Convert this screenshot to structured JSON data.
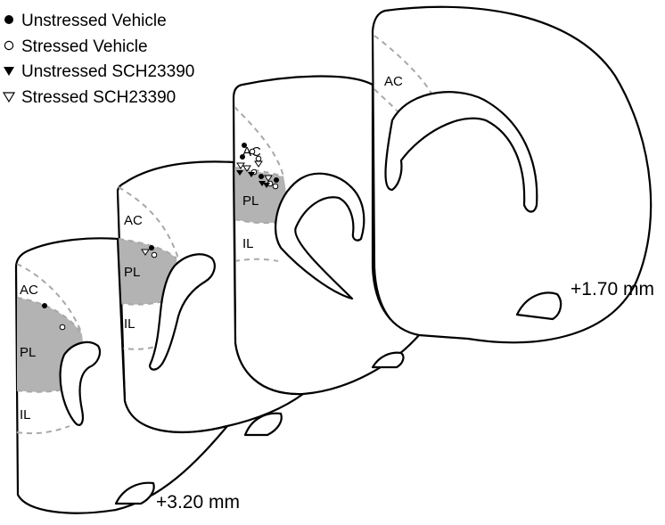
{
  "legend": [
    {
      "symbol": "filled-circle",
      "label": "Unstressed Vehicle"
    },
    {
      "symbol": "open-circle",
      "label": "Stressed Vehicle"
    },
    {
      "symbol": "filled-triangle-down",
      "label": "Unstressed SCH23390"
    },
    {
      "symbol": "open-triangle-down",
      "label": "Stressed SCH23390"
    }
  ],
  "sections": [
    {
      "coordinate": "+3.20 mm",
      "regions": [
        "AC",
        "PL",
        "IL"
      ]
    },
    {
      "coordinate": "",
      "regions": [
        "AC",
        "PL",
        "IL"
      ]
    },
    {
      "coordinate": "",
      "regions": [
        "AC",
        "PL",
        "IL"
      ]
    },
    {
      "coordinate": "+1.70 mm",
      "regions": [
        "AC"
      ]
    }
  ],
  "colors": {
    "outline": "#000000",
    "prelimbic_fill": "#b3b3b3",
    "region_divider": "#a8a8a8"
  }
}
